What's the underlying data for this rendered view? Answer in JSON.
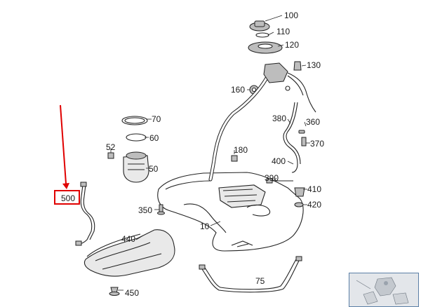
{
  "diagram": {
    "callouts": [
      {
        "id": "c100",
        "text": "100"
      },
      {
        "id": "c110",
        "text": "110"
      },
      {
        "id": "c120",
        "text": "120"
      },
      {
        "id": "c130",
        "text": "130"
      },
      {
        "id": "c160",
        "text": "160"
      },
      {
        "id": "c380",
        "text": "380"
      },
      {
        "id": "c360",
        "text": "360"
      },
      {
        "id": "c370",
        "text": "370"
      },
      {
        "id": "c180",
        "text": "180"
      },
      {
        "id": "c400",
        "text": "400"
      },
      {
        "id": "c390",
        "text": "390"
      },
      {
        "id": "c410",
        "text": "410"
      },
      {
        "id": "c420",
        "text": "420"
      },
      {
        "id": "c70",
        "text": "70"
      },
      {
        "id": "c60",
        "text": "60"
      },
      {
        "id": "c52",
        "text": "52"
      },
      {
        "id": "c50",
        "text": "50"
      },
      {
        "id": "c350",
        "text": "350"
      },
      {
        "id": "c10",
        "text": "10"
      },
      {
        "id": "c440",
        "text": "440"
      },
      {
        "id": "c450",
        "text": "450"
      },
      {
        "id": "c75",
        "text": "75"
      },
      {
        "id": "c500",
        "text": "500"
      }
    ],
    "highlight_color": "#e00000",
    "thumbnail_border_color": "#5b7fa6"
  }
}
